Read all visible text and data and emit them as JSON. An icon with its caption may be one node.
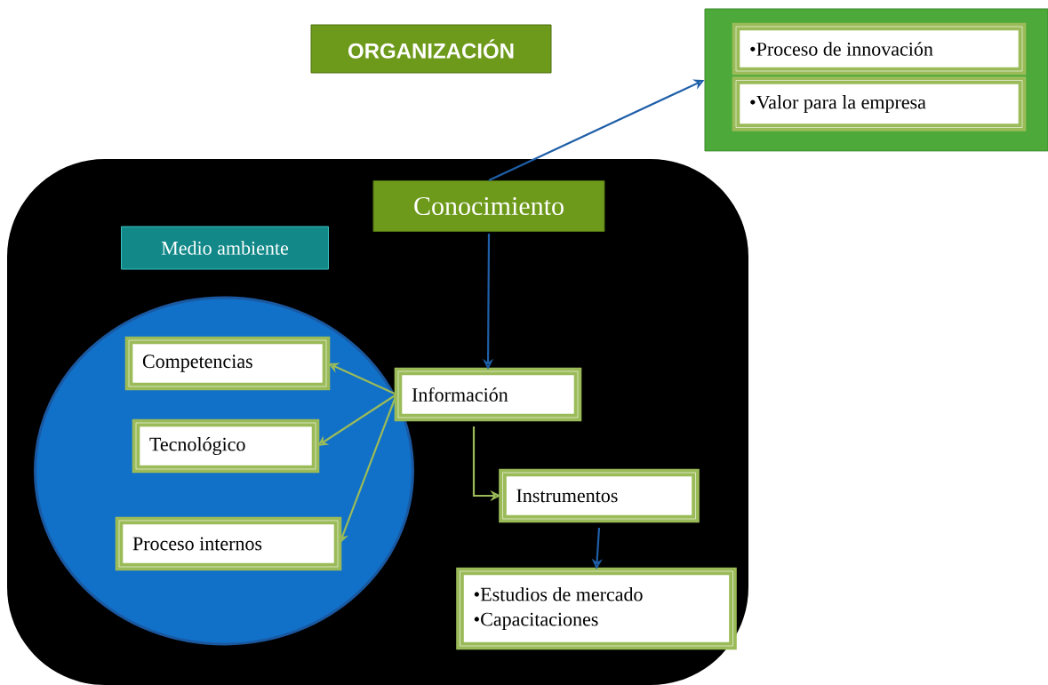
{
  "diagram": {
    "nodes": [
      {
        "text": [
          "ORGANIZACIÓN"
        ]
      },
      {
        "text": [],
        "shape": "box"
      },
      {
        "text": [
          "•Proceso de innovación"
        ],
        "in": 1
      },
      {
        "text": [
          "•Valor para la empresa"
        ],
        "in": 1
      },
      {
        "text": [],
        "shape": "box"
      },
      {
        "text": [
          "Conocimiento"
        ],
        "in": 4
      },
      {
        "text": [
          "Medio ambiente"
        ],
        "in": 4
      },
      {
        "text": [],
        "shape": "circle",
        "in": 4
      },
      {
        "text": [
          "Competencias"
        ],
        "in": 7
      },
      {
        "text": [
          "Tecnológico"
        ],
        "in": 7
      },
      {
        "text": [
          "Proceso internos"
        ],
        "in": 7
      },
      {
        "text": [
          "Información"
        ],
        "in": 4
      },
      {
        "text": [
          "Instrumentos"
        ],
        "in": 4
      },
      {
        "text": [
          "•Estudios de mercado",
          "•Capacitaciones"
        ],
        "in": 4
      }
    ],
    "edges": [
      {
        "from": 5,
        "to": 1,
        "arrow": "to",
        "color": "#1f5fa8"
      },
      {
        "from": 5,
        "to": 11,
        "arrow": "to",
        "color": "#1f5fa8"
      },
      {
        "from": 11,
        "to": 8,
        "arrow": "to"
      },
      {
        "from": 11,
        "to": 9,
        "arrow": "to"
      },
      {
        "from": 11,
        "to": 10,
        "arrow": "to"
      },
      {
        "from": 11,
        "to": 12,
        "arrow": "to"
      },
      {
        "from": 12,
        "to": 13,
        "arrow": "to",
        "color": "#1f5fa8"
      }
    ]
  }
}
